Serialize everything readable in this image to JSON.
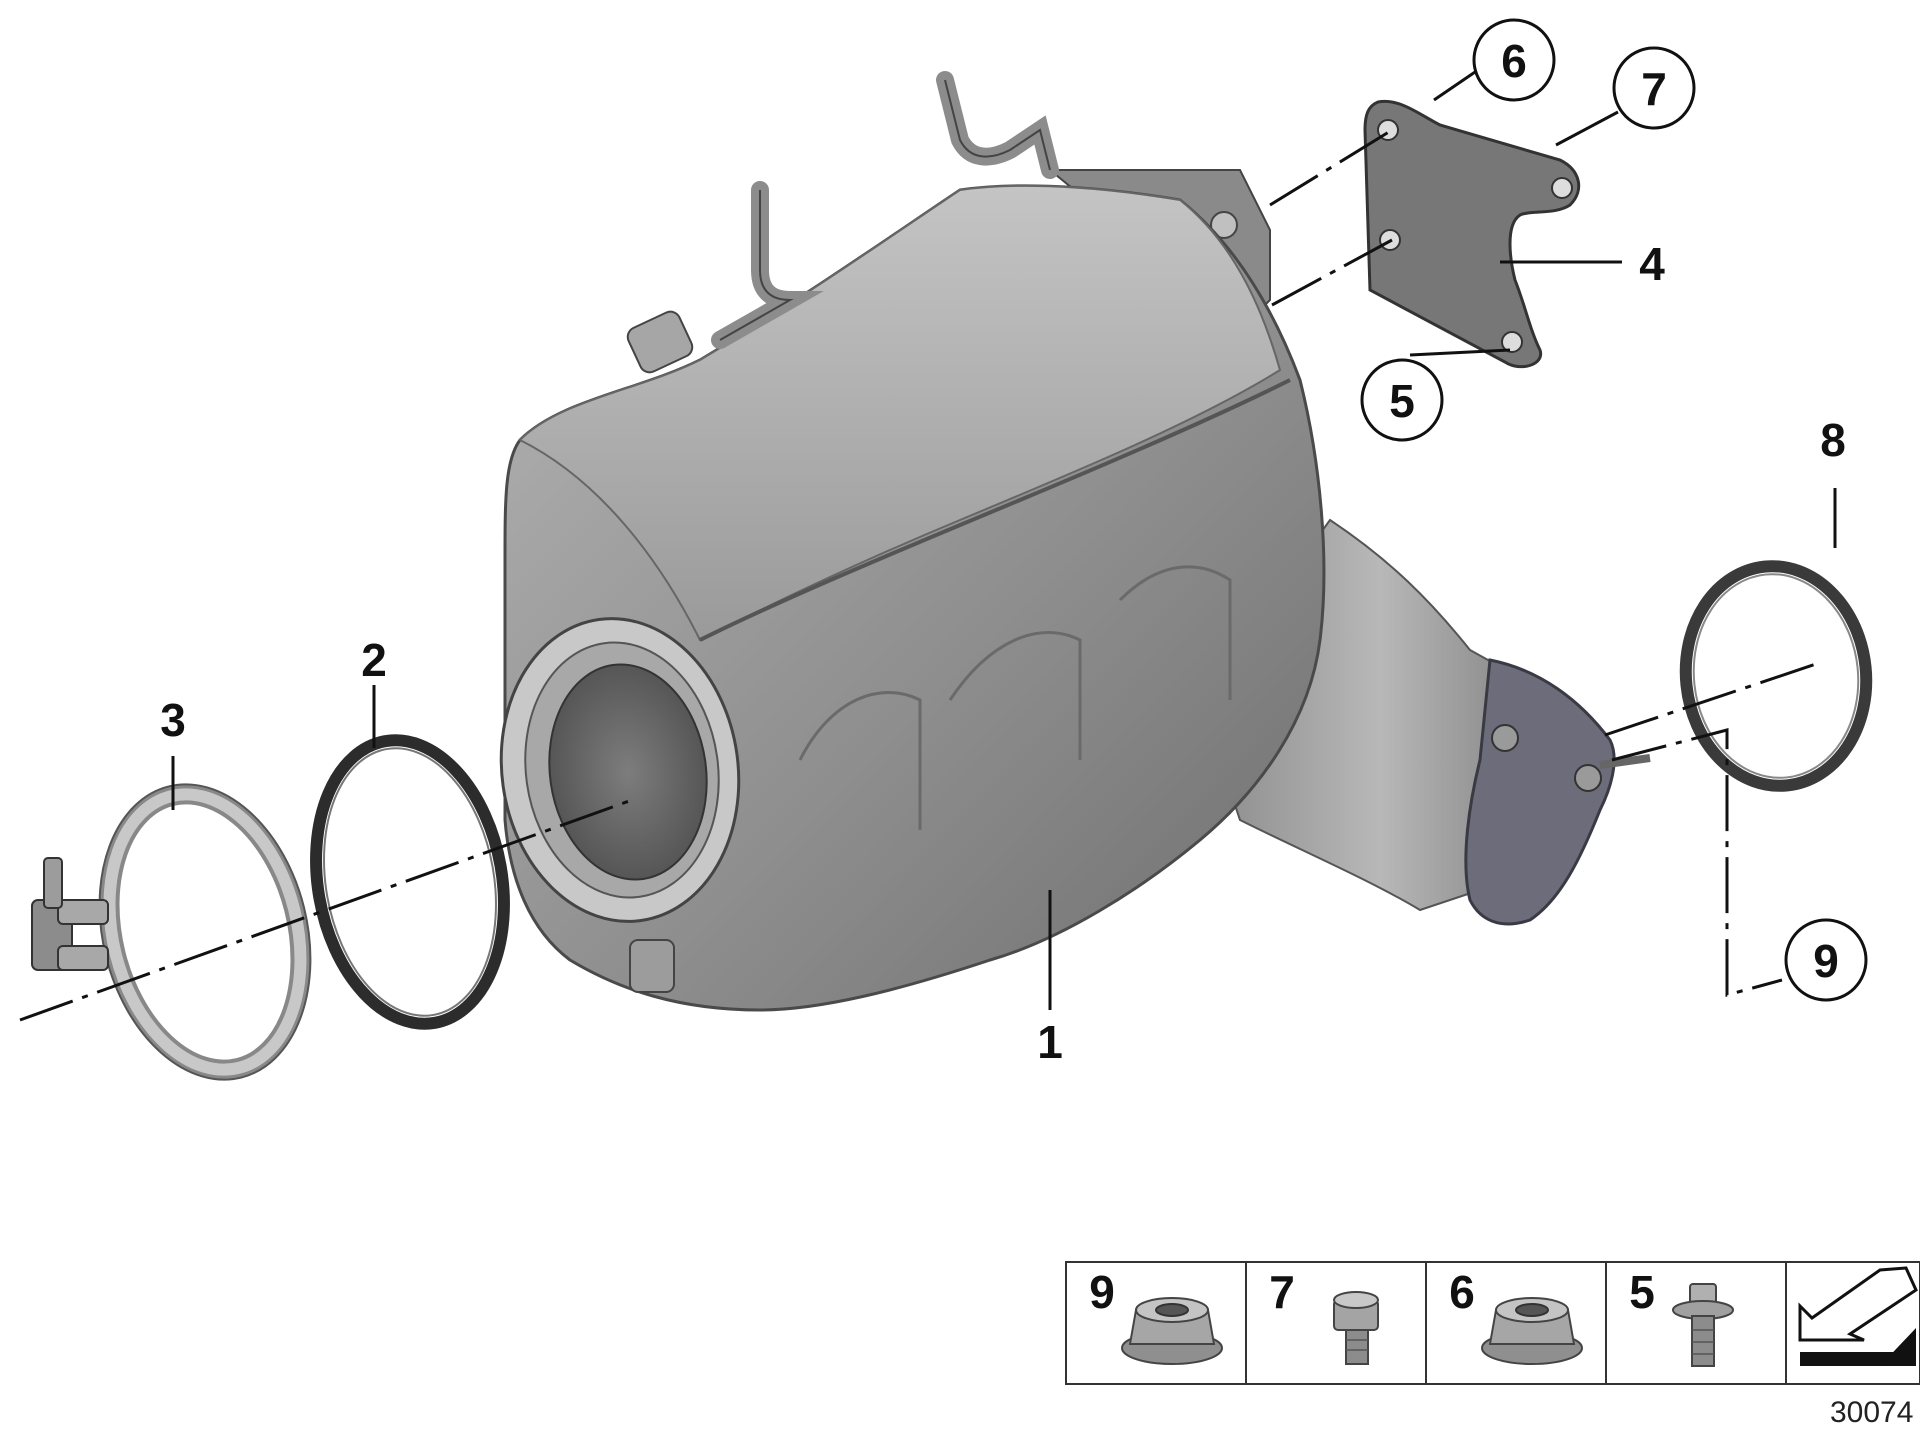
{
  "diagram": {
    "callouts": {
      "c1": "1",
      "c2": "2",
      "c3": "3",
      "c4": "4",
      "c5": "5",
      "c6": "6",
      "c7": "7",
      "c8": "8",
      "c9": "9"
    },
    "hardware_table": [
      {
        "number": "9",
        "icon": "flange-nut-icon"
      },
      {
        "number": "7",
        "icon": "hex-bolt-icon"
      },
      {
        "number": "6",
        "icon": "flange-nut-icon"
      },
      {
        "number": "5",
        "icon": "flange-bolt-icon"
      },
      {
        "number": "",
        "icon": "reference-arrow-icon"
      }
    ],
    "reference_number": "30074"
  }
}
